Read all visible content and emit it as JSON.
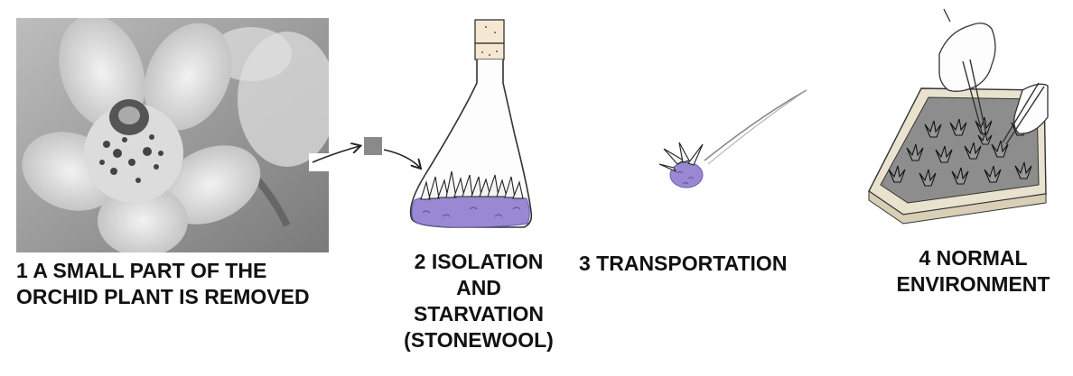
{
  "steps": [
    {
      "number": "1",
      "lines": [
        "1  A SMALL PART OF THE",
        "ORCHID PLANT IS REMOVED"
      ]
    },
    {
      "number": "2",
      "lines": [
        "2  ISOLATION",
        "AND",
        "STARVATION",
        "(STONEWOOL)"
      ]
    },
    {
      "number": "3",
      "lines": [
        "3 TRANSPORTATION"
      ]
    },
    {
      "number": "4",
      "lines": [
        "4  NORMAL",
        "ENVIRONMENT"
      ]
    }
  ],
  "icons": {
    "photo": "orchid-flower-photo",
    "sample": "tissue-sample-icon",
    "flask": "culture-flask-icon",
    "spoon": "plantlet-spoon-icon",
    "tray": "seedling-tray-icon"
  },
  "colors": {
    "stonewool": "#9b88d3",
    "stonewool_dark": "#6a5ab0",
    "ink": "#222222",
    "sample": "#8a8a8a",
    "tray_soil": "#8d8d8d"
  }
}
